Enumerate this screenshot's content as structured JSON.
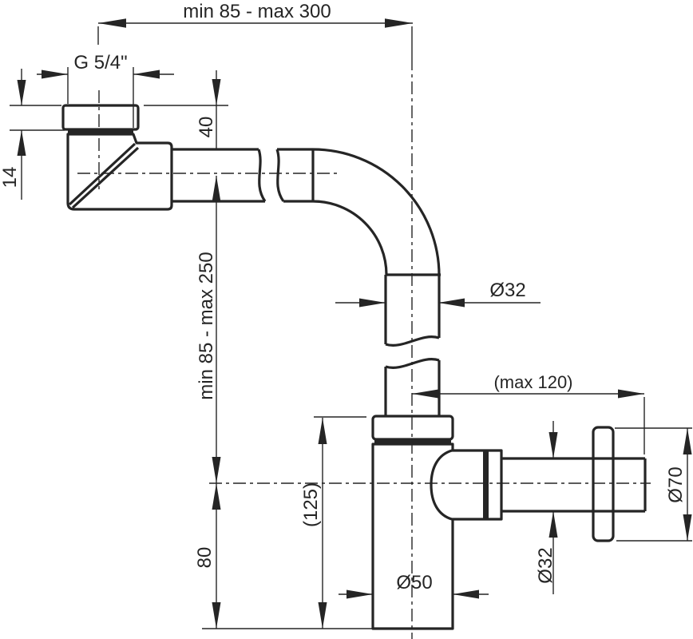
{
  "page": {
    "background": "#ffffff",
    "line_color": "#252525"
  },
  "labels": {
    "span_top": "min 85 - max 300",
    "thread_size": "G 5/4\"",
    "inlet_height": "40",
    "nut_height": "14",
    "span_vertical": "min 85 - max 250",
    "pipe_diameter": "Ø32",
    "wall_distance": "(max 120)",
    "flange_diameter": "Ø70",
    "outlet_diameter": "Ø32",
    "trap_height": "(125)",
    "outlet_axis_height": "80",
    "body_diameter": "Ø50"
  }
}
